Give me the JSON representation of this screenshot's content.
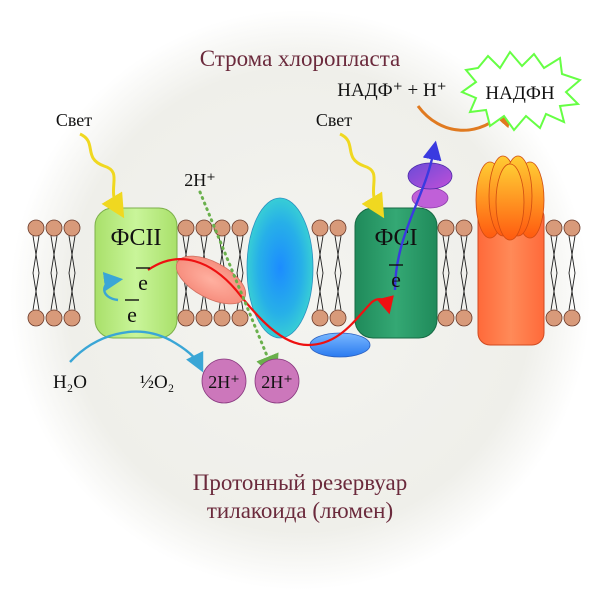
{
  "title_top": "Строма хлоропласта",
  "title_bottom_line1": "Протонный резервуар",
  "title_bottom_line2": "тилакоида (люмен)",
  "light_left": "Свет",
  "light_right": "Свет",
  "psii_label": "ФСII",
  "psi_label": "ФСI",
  "electron_symbol": "e",
  "water": "H₂O",
  "oxygen": "½O₂",
  "proton_2h": "2H⁺",
  "proton_2h_top": "2H⁺",
  "nadp_reactant": "НАДФ⁺ + Н⁺",
  "nadph_product": "НАДФН",
  "colors": {
    "title": "#6b2a3c",
    "psii": "#bff08a",
    "psi": "#2e9a6a",
    "proton_circle": "#cc77bb",
    "electron_path": "#ee1111",
    "water_arrow": "#3aa6d6",
    "proton_dots": "#6ab04c",
    "light_arrow": "#f0e030",
    "nadp_arrow": "#e07a20",
    "nadph_burst": "#66ff44",
    "lipid_head": "#d89a7a"
  }
}
